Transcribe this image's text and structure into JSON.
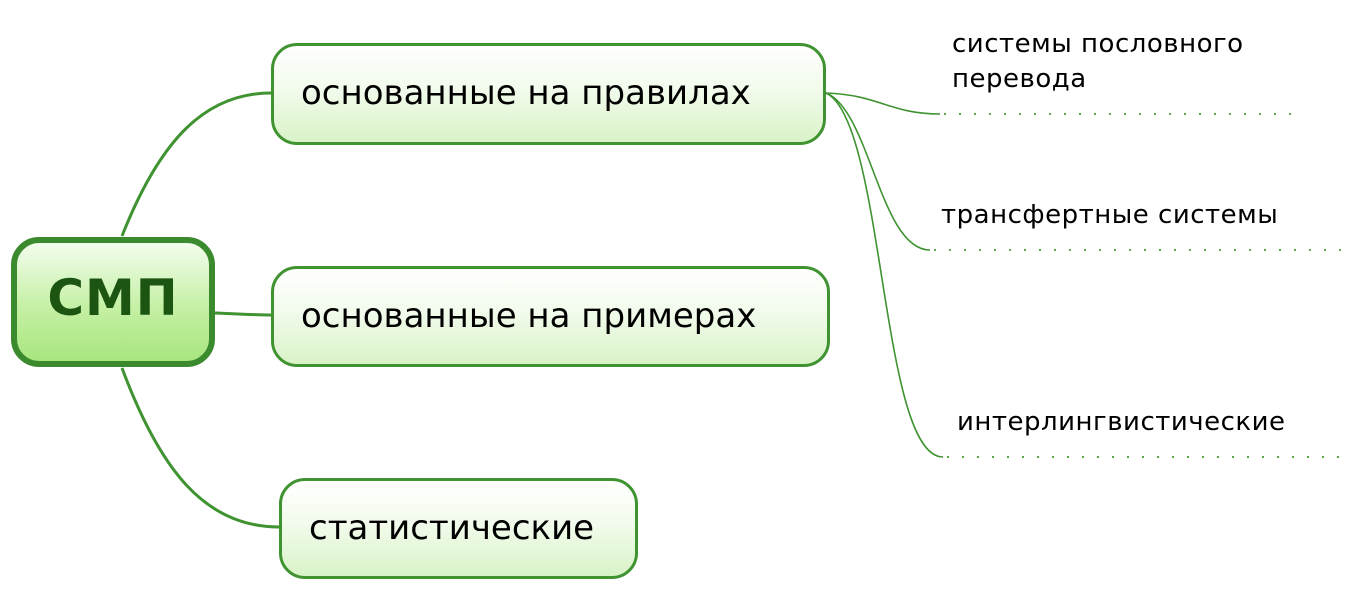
{
  "diagram": {
    "type": "mind-map",
    "root": {
      "label": "СМП"
    },
    "branches": [
      {
        "label": "основанные на правилах",
        "children": [
          {
            "label_lines": [
              "системы пословного",
              "перевода"
            ]
          },
          {
            "label": "трансфертные системы"
          },
          {
            "label": "интерлингвистические"
          }
        ]
      },
      {
        "label": "основанные на примерах"
      },
      {
        "label": "статистические"
      }
    ],
    "colors": {
      "line": "#3f9331",
      "root_border": "#3c8a2e",
      "root_text": "#1c5412",
      "root_fill": "#c4f0a4",
      "branch_fill": "#e6f7da",
      "dotted_line": "#5aa84a"
    }
  }
}
